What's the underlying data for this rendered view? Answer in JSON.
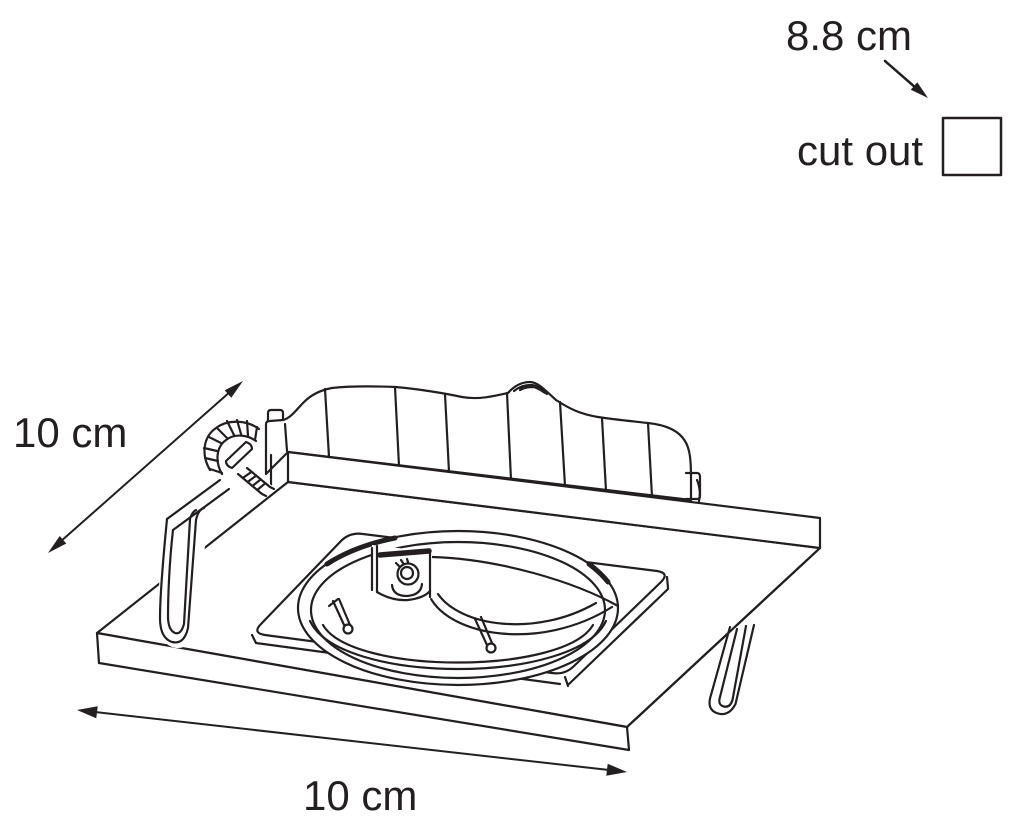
{
  "labels": {
    "depth": "10 cm",
    "width": "10 cm",
    "cutout_size": "8.8 cm",
    "cutout": "cut out"
  },
  "colors": {
    "line": "#231f20",
    "background": "#ffffff"
  }
}
